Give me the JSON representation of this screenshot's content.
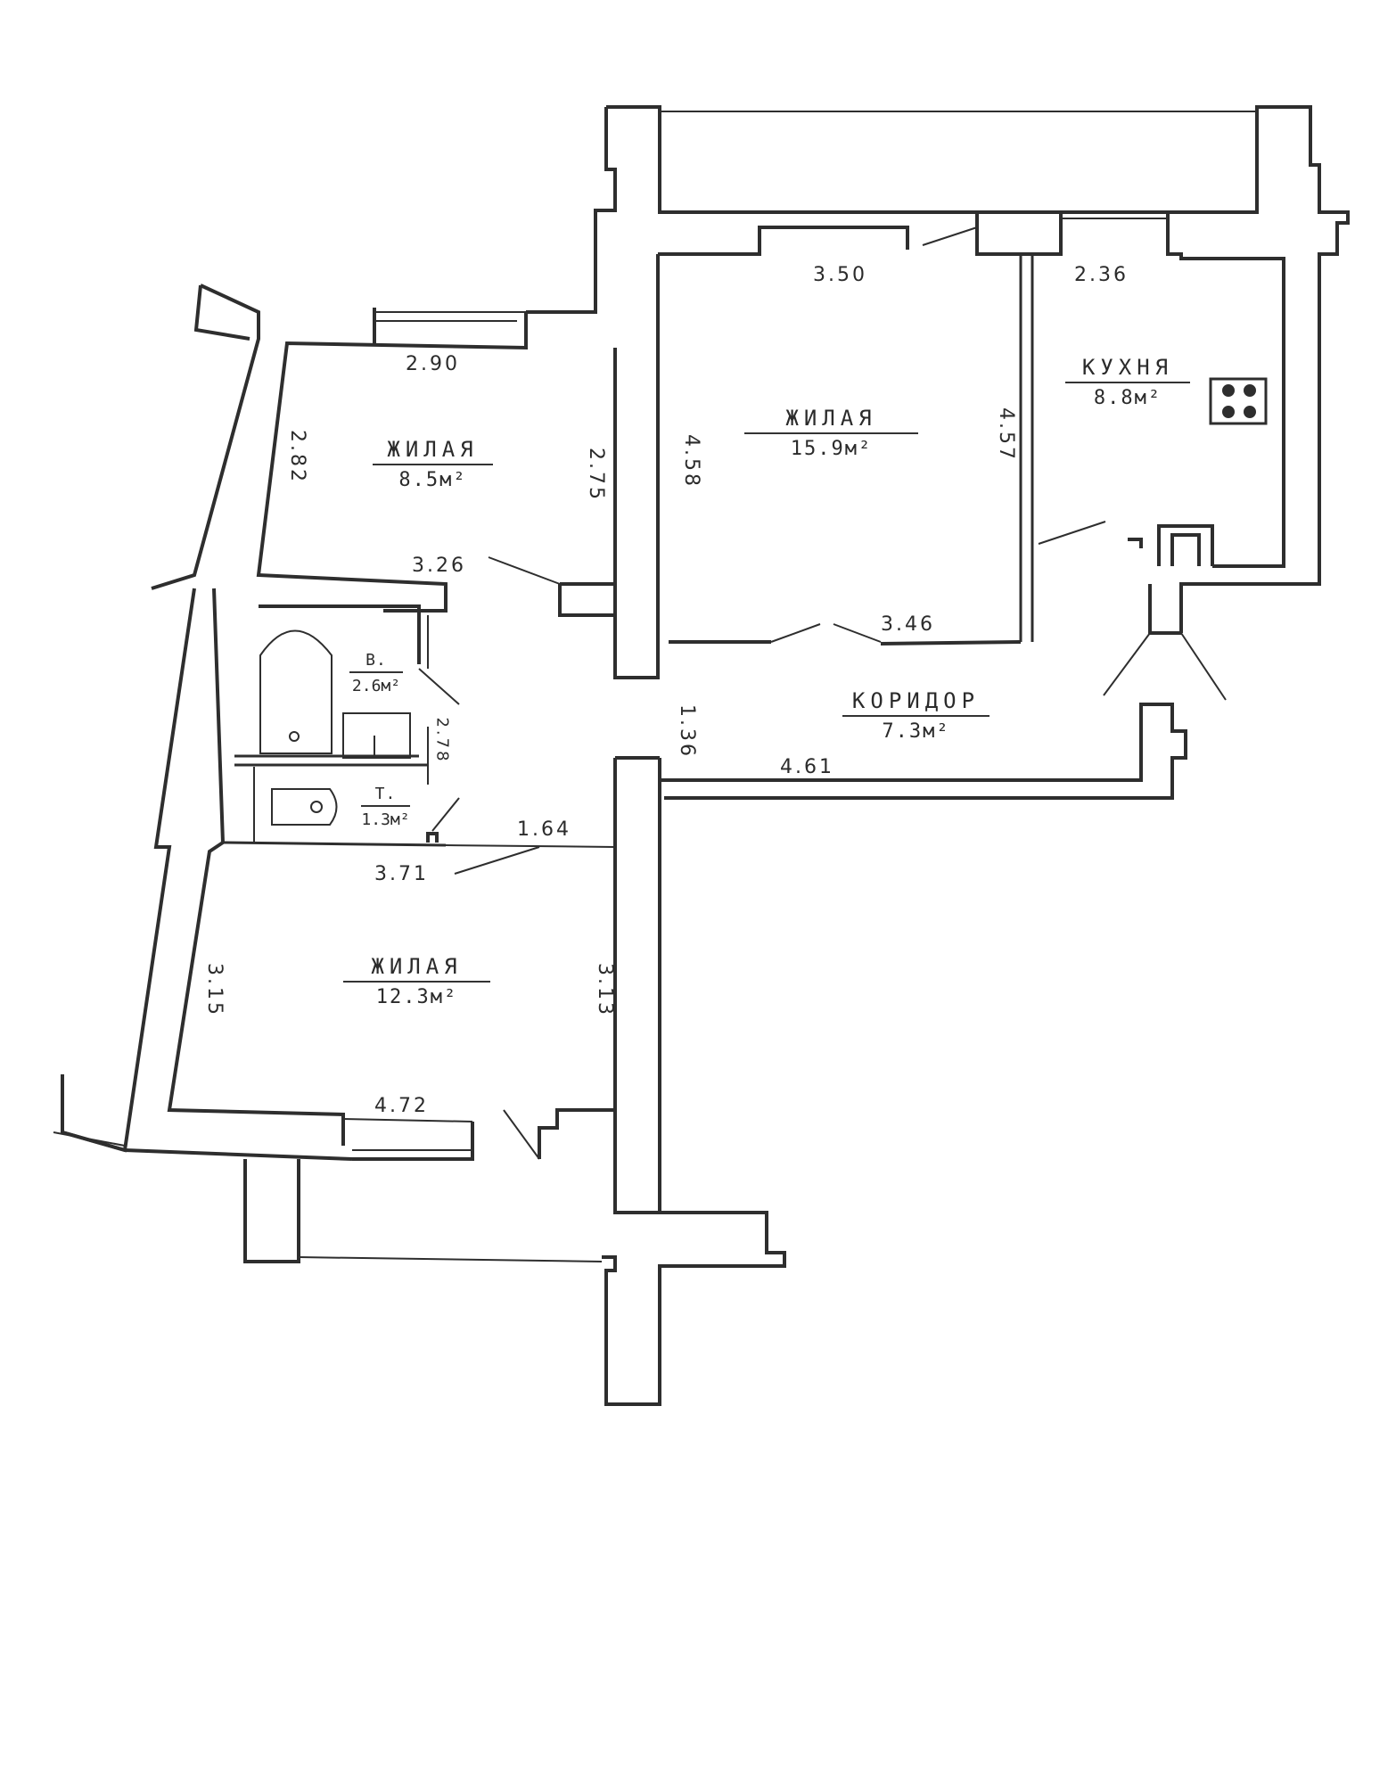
{
  "plan": {
    "type": "apartment floor plan",
    "colors": {
      "wall": "#2e2e2e",
      "background": "#ffffff",
      "ink": "#2b2b2b"
    }
  },
  "rooms": {
    "living_large": {
      "name": "ЖИЛАЯ",
      "area": "15.9м²"
    },
    "living_small": {
      "name": "ЖИЛАЯ",
      "area": "8.5м²"
    },
    "living_bottom": {
      "name": "ЖИЛАЯ",
      "area": "12.3м²"
    },
    "kitchen": {
      "name": "КУХНЯ",
      "area": "8.8м²"
    },
    "bathroom": {
      "name": "В.",
      "area": "2.6м²"
    },
    "toilet": {
      "name": "Т.",
      "area": "1.3м²"
    },
    "corridor": {
      "name": "КОРИДОР",
      "area": "7.3м²"
    }
  },
  "dimensions": {
    "large_top": "3.50",
    "large_left": "4.58",
    "large_right": "4.57",
    "large_bottom": "3.46",
    "kitchen_top": "2.36",
    "small_top": "2.90",
    "small_left": "2.82",
    "small_right": "2.75",
    "small_bottom": "3.26",
    "bath_side": "2.78",
    "corridor_width": "1.36",
    "corridor_bottom": "4.61",
    "toilet_bottom": "1.64",
    "bottom_top": "3.71",
    "bottom_left": "3.15",
    "bottom_right": "3.13",
    "bottom_bottom": "4.72"
  }
}
